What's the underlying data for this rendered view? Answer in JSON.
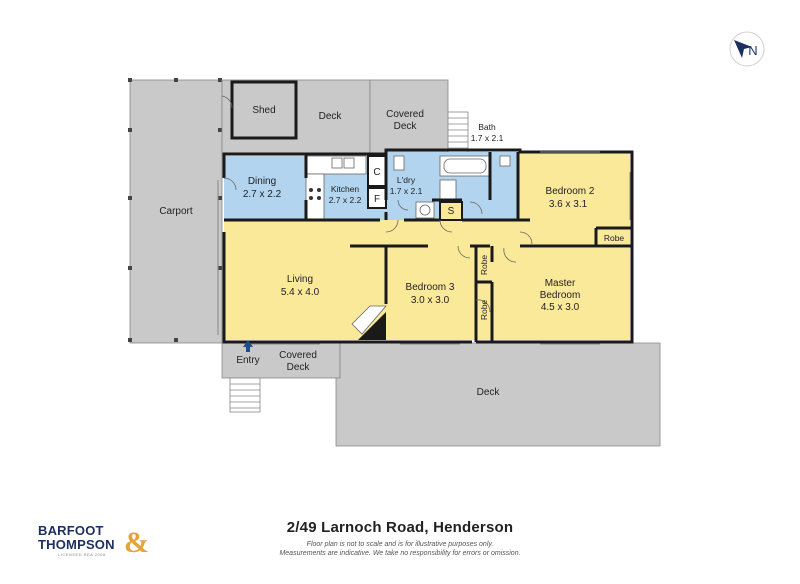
{
  "address": "2/49 Larnoch Road, Henderson",
  "disclaimer": [
    "Floor plan is not to scale and is for illustrative purposes only.",
    "Measurements are indicative. We take no responsibility for errors or omission."
  ],
  "brand": {
    "line1": "BARFOOT",
    "line2": "THOMPSON",
    "amp": "&",
    "tagline": "LICENSED REA 2008",
    "navy": "#1d2f5e",
    "gold": "#e7a23a"
  },
  "compass": {
    "letter": "N",
    "icon": "north-compass-icon",
    "color": "#1d2f5e"
  },
  "colors": {
    "living_area": "#fbe99a",
    "wet_area": "#b3d4ee",
    "outdoor": "#c9c9c9"
  },
  "rooms": {
    "carport": "Carport",
    "shed": "Shed",
    "deck_top": "Deck",
    "covered_deck_top": [
      "Covered",
      "Deck"
    ],
    "bath": [
      "Bath",
      "1.7 x 2.1"
    ],
    "dining": [
      "Dining",
      "2.7 x 2.2"
    ],
    "kitchen": [
      "Kitchen",
      "2.7 x 2.2"
    ],
    "cupboard_c": "C",
    "fridge_f": "F",
    "laundry": [
      "L'dry",
      "1.7 x 2.1"
    ],
    "storage_s": "S",
    "bedroom2": [
      "Bedroom 2",
      "3.6 x 3.1"
    ],
    "robe_bed2": "Robe",
    "living": [
      "Living",
      "5.4 x 4.0"
    ],
    "bedroom3": [
      "Bedroom 3",
      "3.0 x 3.0"
    ],
    "robe_bed3": "Robe",
    "robe_master": "Robe",
    "master": [
      "Master",
      "Bedroom",
      "4.5 x 3.0"
    ],
    "entry": "Entry",
    "covered_deck_entry": [
      "Covered",
      "Deck"
    ],
    "deck_bottom": "Deck"
  }
}
